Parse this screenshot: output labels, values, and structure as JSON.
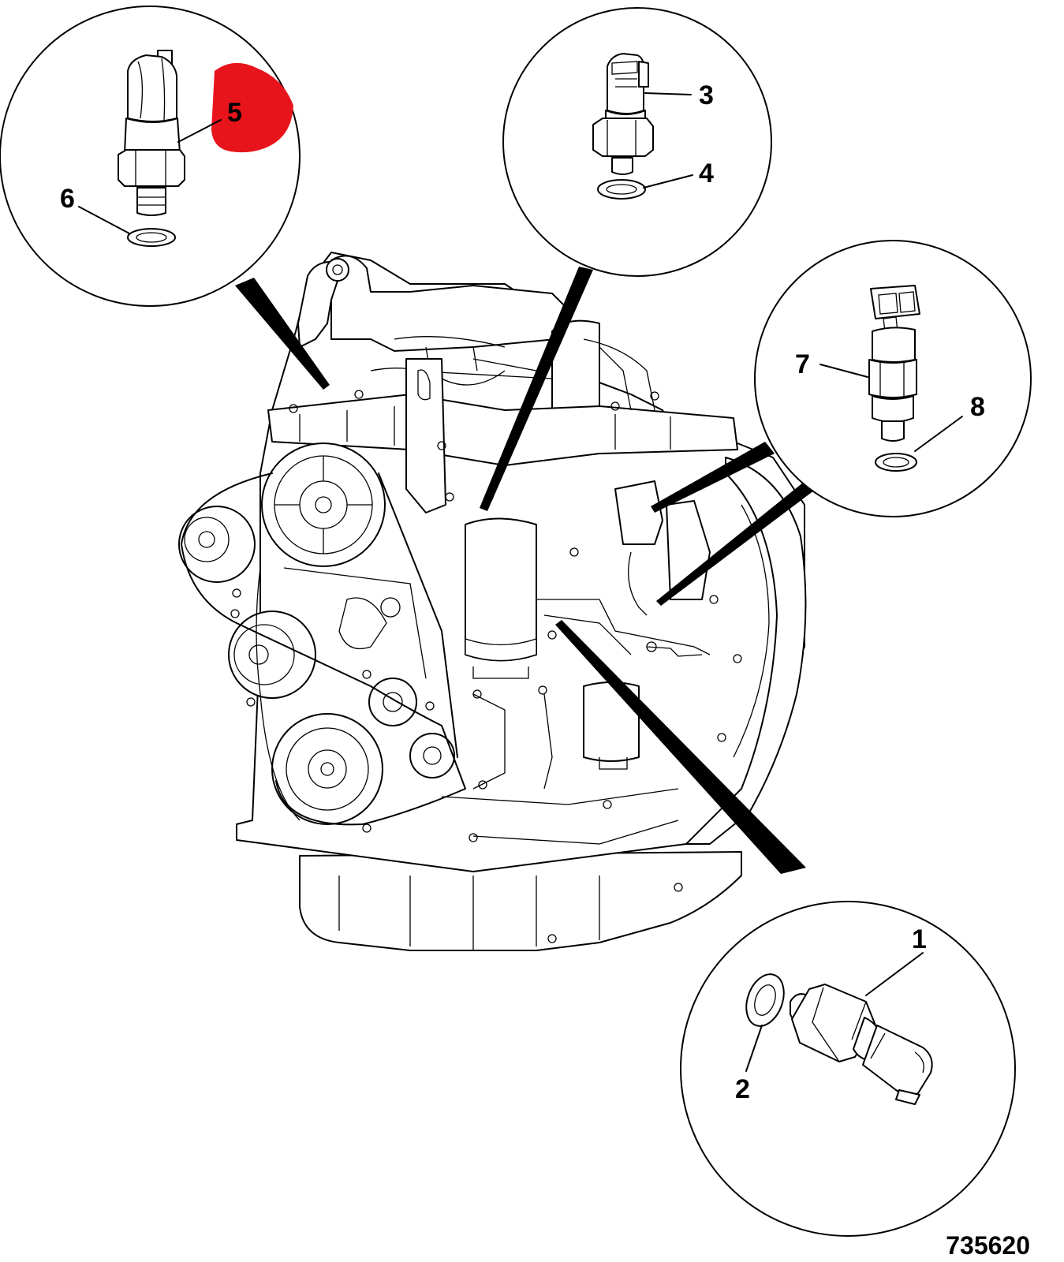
{
  "figure_number": "735620",
  "callouts": {
    "c1": "1",
    "c2": "2",
    "c3": "3",
    "c4": "4",
    "c5": "5",
    "c6": "6",
    "c7": "7",
    "c8": "8"
  },
  "highlight_color": "#e8141c"
}
